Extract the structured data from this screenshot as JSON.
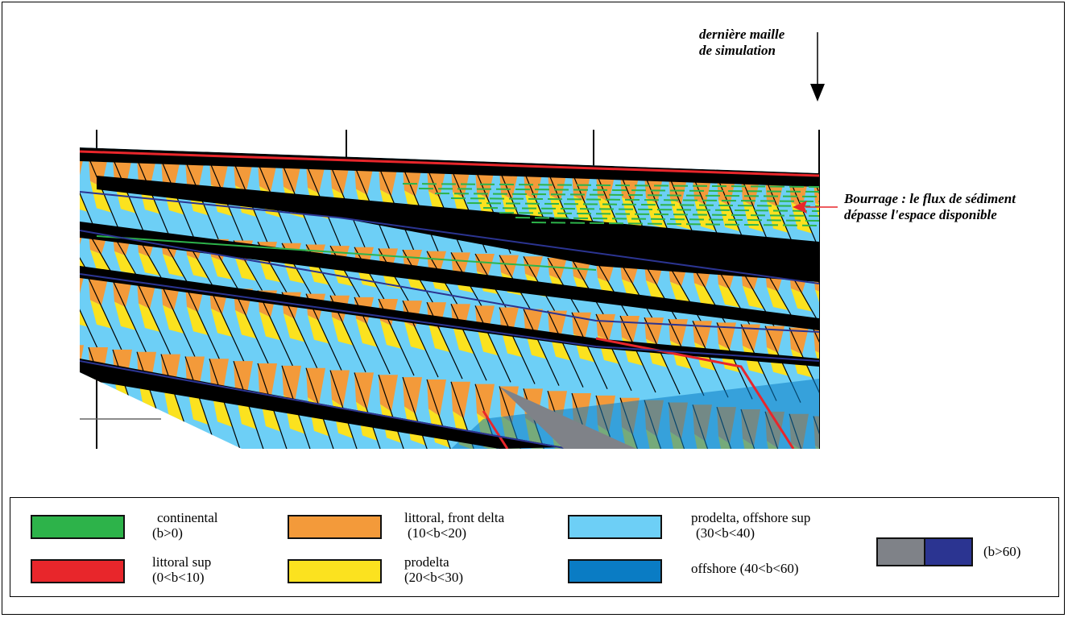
{
  "annotations": {
    "last_cell_line1": "dernière maille",
    "last_cell_line2": "de simulation",
    "overfill_line1": "Bourrage : le flux de sédiment",
    "overfill_line2": "dépasse l'espace disponible"
  },
  "legend": {
    "continental": {
      "name": "continental",
      "range": "(b>0)",
      "color": "#2db34a"
    },
    "littoral_sup": {
      "name": "littoral sup",
      "range": "(0<b<10)",
      "color": "#e8262b"
    },
    "littoral_front_delta": {
      "name": "littoral, front delta",
      "range": "(10<b<20)",
      "color": "#f39a3a"
    },
    "prodelta": {
      "name": "prodelta",
      "range": "(20<b<30)",
      "color": "#fbe21f"
    },
    "prodelta_offshore_sup": {
      "name": "prodelta, offshore sup",
      "range": "(30<b<40)",
      "color": "#6dcff6"
    },
    "offshore": {
      "name": "offshore (40<b<60)",
      "color": "#0a7cc4"
    },
    "deep": {
      "range": "(b>60)",
      "color_a": "#7f8288",
      "color_b": "#2b3491"
    }
  },
  "colors": {
    "cap": "#000000",
    "arrow_red": "#e8262b",
    "sequence_boundary": "#2b3491"
  }
}
